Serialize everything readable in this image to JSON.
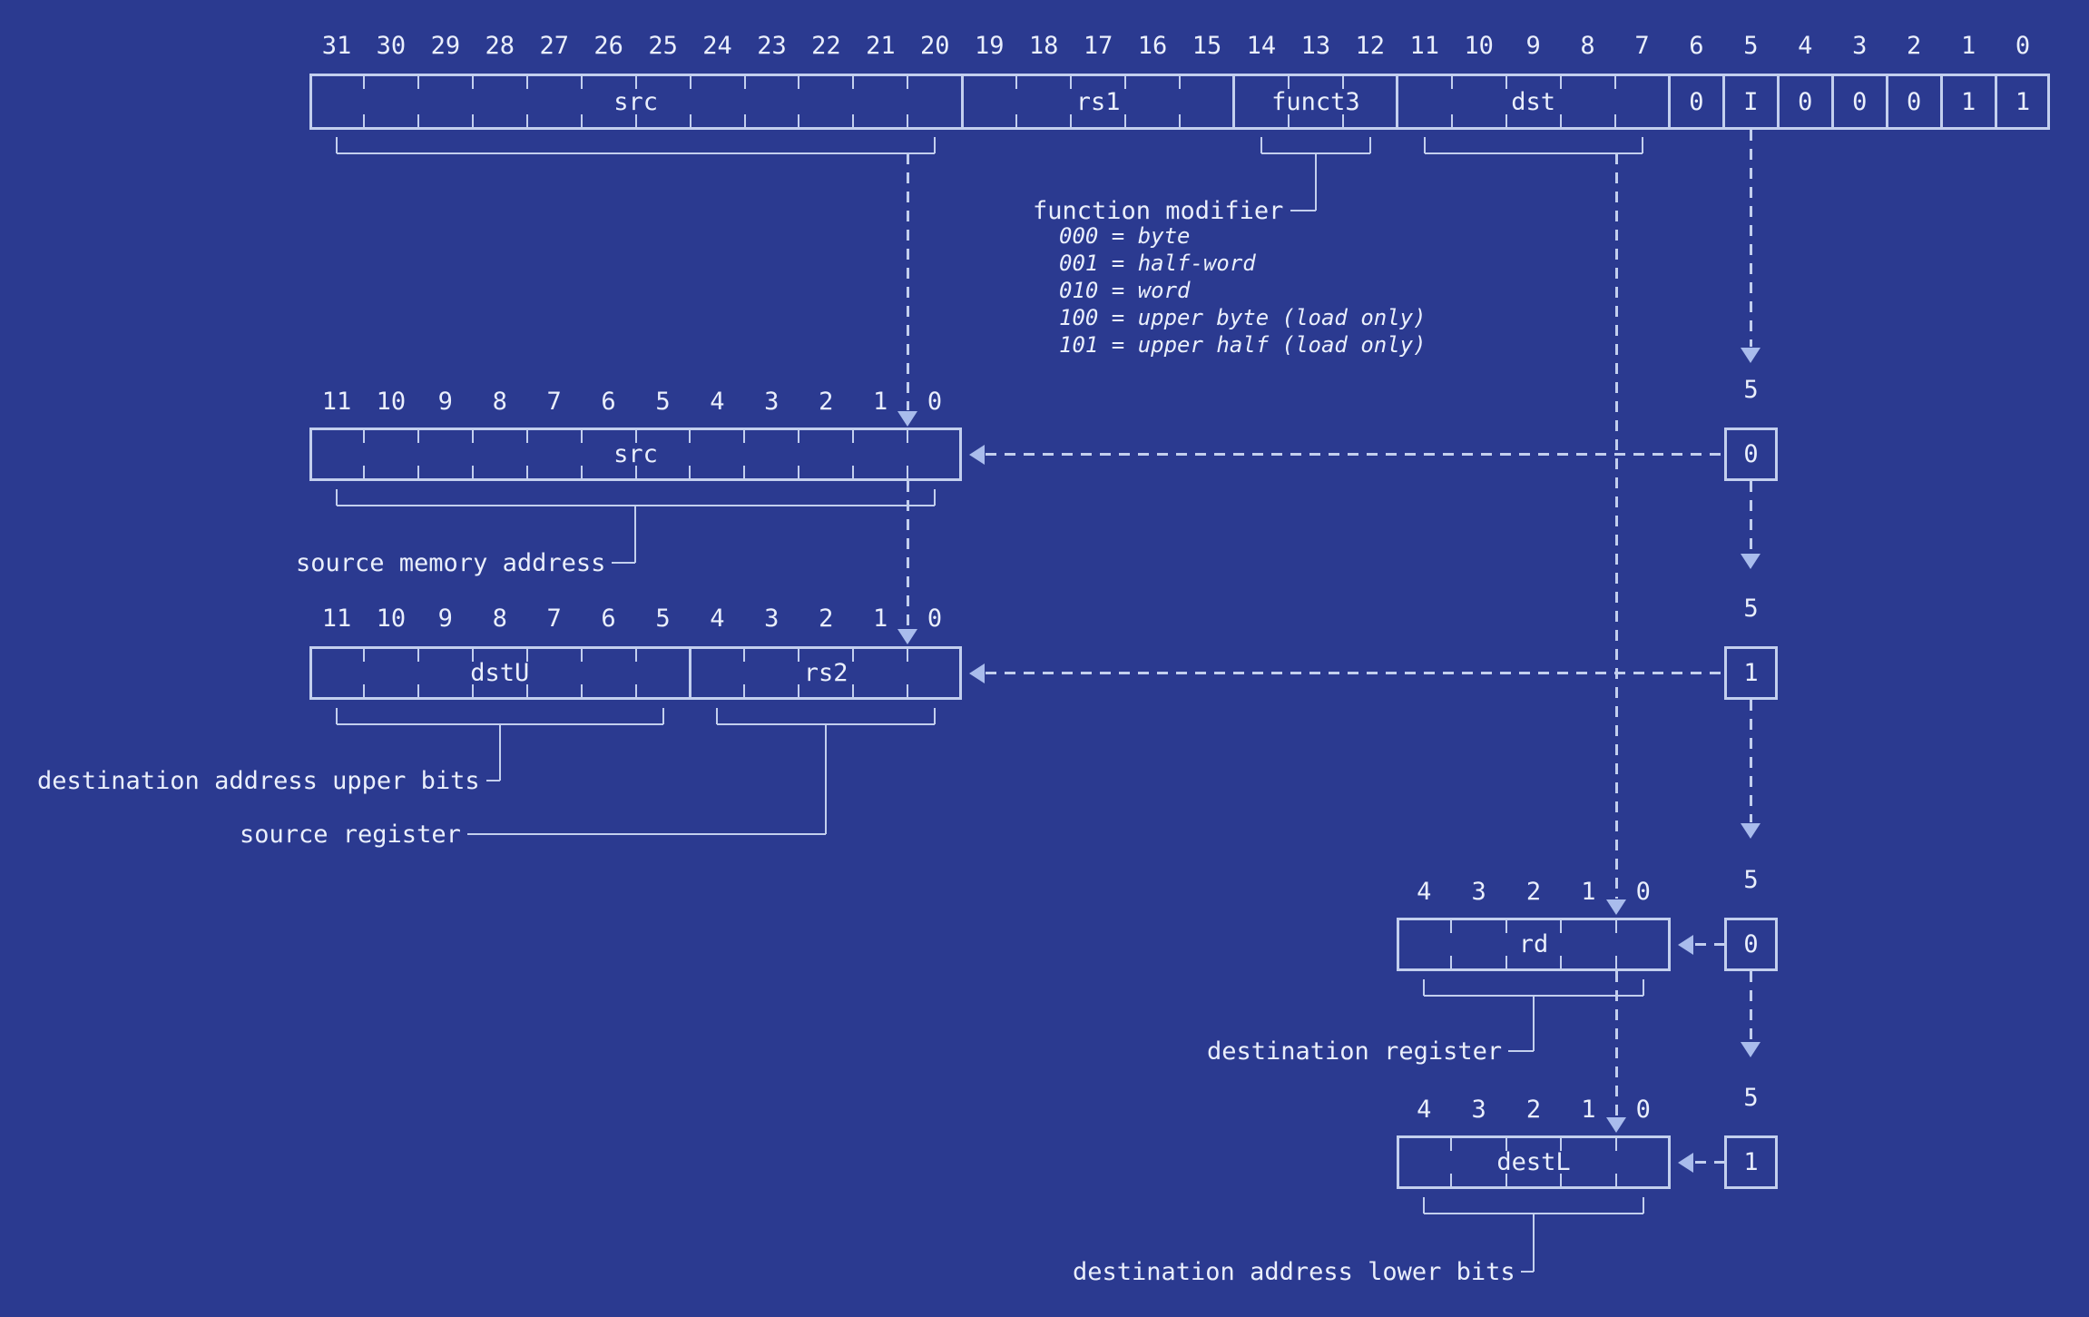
{
  "colors": {
    "background": "#2b3a90",
    "line": "#c3cfee",
    "text": "#eaeffc",
    "arrow": "#a9bcec"
  },
  "main_register": {
    "bit_labels": [
      "31",
      "30",
      "29",
      "28",
      "27",
      "26",
      "25",
      "24",
      "23",
      "22",
      "21",
      "20",
      "19",
      "18",
      "17",
      "16",
      "15",
      "14",
      "13",
      "12",
      "11",
      "10",
      "9",
      "8",
      "7",
      "6",
      "5",
      "4",
      "3",
      "2",
      "1",
      "0"
    ],
    "fields": [
      {
        "label": "src",
        "bits": 12
      },
      {
        "label": "rs1",
        "bits": 5
      },
      {
        "label": "funct3",
        "bits": 3
      },
      {
        "label": "dst",
        "bits": 5
      },
      {
        "label": "0",
        "bits": 1
      },
      {
        "label": "I",
        "bits": 1
      },
      {
        "label": "0",
        "bits": 1
      },
      {
        "label": "0",
        "bits": 1
      },
      {
        "label": "0",
        "bits": 1
      },
      {
        "label": "1",
        "bits": 1
      },
      {
        "label": "1",
        "bits": 1
      }
    ]
  },
  "function_modifier": {
    "title": "function modifier",
    "options": [
      "000 = byte",
      "001 = half-word",
      "010 = word",
      "100 = upper byte (load only)",
      "101 = upper half (load only)"
    ]
  },
  "rows": {
    "src": {
      "bit_labels": [
        "11",
        "10",
        "9",
        "8",
        "7",
        "6",
        "5",
        "4",
        "3",
        "2",
        "1",
        "0"
      ],
      "fields": [
        {
          "label": "src",
          "bits": 12
        }
      ],
      "caption": "source memory address",
      "select_bit": {
        "label": "5",
        "value": "0"
      }
    },
    "dstu_rs2": {
      "bit_labels": [
        "11",
        "10",
        "9",
        "8",
        "7",
        "6",
        "5",
        "4",
        "3",
        "2",
        "1",
        "0"
      ],
      "fields": [
        {
          "label": "dstU",
          "bits": 7
        },
        {
          "label": "rs2",
          "bits": 5
        }
      ],
      "captions": {
        "upper": "destination address upper bits",
        "source": "source register"
      },
      "select_bit": {
        "label": "5",
        "value": "1"
      }
    },
    "rd": {
      "bit_labels": [
        "4",
        "3",
        "2",
        "1",
        "0"
      ],
      "fields": [
        {
          "label": "rd",
          "bits": 5
        }
      ],
      "caption": "destination register",
      "select_bit": {
        "label": "5",
        "value": "0"
      }
    },
    "destl": {
      "bit_labels": [
        "4",
        "3",
        "2",
        "1",
        "0"
      ],
      "fields": [
        {
          "label": "destL",
          "bits": 5
        }
      ],
      "caption": "destination address lower bits",
      "select_bit": {
        "label": "5",
        "value": "1"
      }
    }
  }
}
